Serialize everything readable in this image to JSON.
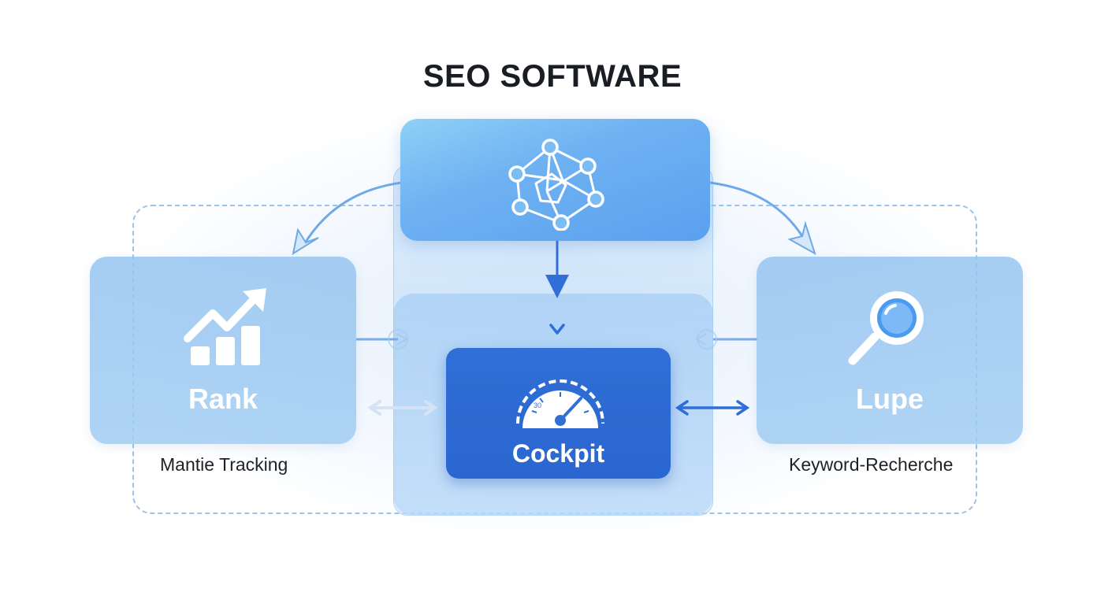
{
  "title": "SEO SOFTWARE",
  "nodes": {
    "top": {
      "icon": "network-graph-icon"
    },
    "left": {
      "label": "Rank",
      "caption": "Mantie Tracking",
      "icon": "rising-bar-chart-icon"
    },
    "right": {
      "label": "Lupe",
      "caption": "Keyword-Recherche",
      "icon": "magnifier-icon"
    },
    "center": {
      "label": "Cockpit",
      "icon": "speedometer-gauge-icon",
      "gauge_text": "30"
    }
  },
  "colors": {
    "accent": "#2f6fd6",
    "light_blue": "#9cc3ec",
    "top_box": "#6fb2f2",
    "title": "#1a1d24"
  }
}
